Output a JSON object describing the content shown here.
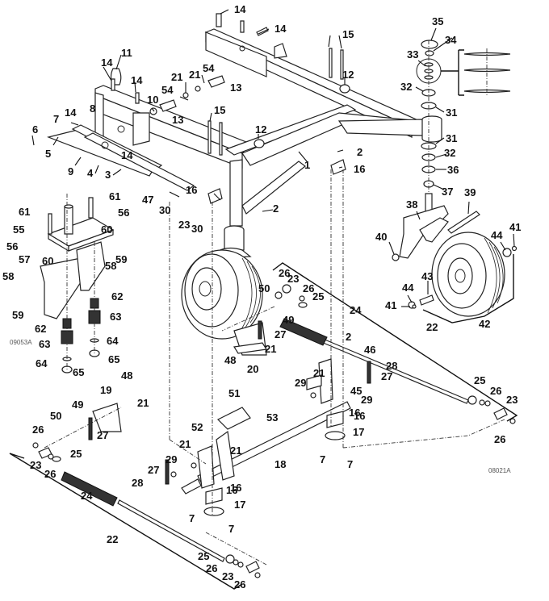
{
  "diagram": {
    "title": "Caster wheel and front frame assembly exploded parts view",
    "figure_codes": {
      "main": "08021A",
      "inset": "09053A"
    },
    "callouts": [
      {
        "id": "c14a",
        "label": "14"
      },
      {
        "id": "c14b",
        "label": "14"
      },
      {
        "id": "c14c",
        "label": "14"
      },
      {
        "id": "c14d",
        "label": "14"
      },
      {
        "id": "c14e",
        "label": "14"
      },
      {
        "id": "c14f",
        "label": "14"
      },
      {
        "id": "c11",
        "label": "11"
      },
      {
        "id": "c15a",
        "label": "15"
      },
      {
        "id": "c15b",
        "label": "15"
      },
      {
        "id": "c12a",
        "label": "12"
      },
      {
        "id": "c12b",
        "label": "12"
      },
      {
        "id": "c21a",
        "label": "21"
      },
      {
        "id": "c21b",
        "label": "21"
      },
      {
        "id": "c54a",
        "label": "54"
      },
      {
        "id": "c54b",
        "label": "54"
      },
      {
        "id": "c13a",
        "label": "13"
      },
      {
        "id": "c13b",
        "label": "13"
      },
      {
        "id": "c10",
        "label": "10"
      },
      {
        "id": "c8",
        "label": "8"
      },
      {
        "id": "c7a",
        "label": "7"
      },
      {
        "id": "c6",
        "label": "6"
      },
      {
        "id": "c5",
        "label": "5"
      },
      {
        "id": "c9",
        "label": "9"
      },
      {
        "id": "c4",
        "label": "4"
      },
      {
        "id": "c3",
        "label": "3"
      },
      {
        "id": "c1",
        "label": "1"
      },
      {
        "id": "c2a",
        "label": "2"
      },
      {
        "id": "c2b",
        "label": "2"
      },
      {
        "id": "c2c",
        "label": "2"
      },
      {
        "id": "c16a",
        "label": "16"
      },
      {
        "id": "c16b",
        "label": "16"
      },
      {
        "id": "c16c",
        "label": "16"
      },
      {
        "id": "c16d",
        "label": "16"
      },
      {
        "id": "c47",
        "label": "47"
      },
      {
        "id": "c30a",
        "label": "30"
      },
      {
        "id": "c30b",
        "label": "30"
      },
      {
        "id": "c23a",
        "label": "23"
      },
      {
        "id": "c35",
        "label": "35"
      },
      {
        "id": "c34",
        "label": "34"
      },
      {
        "id": "c33",
        "label": "33"
      },
      {
        "id": "c32a",
        "label": "32"
      },
      {
        "id": "c32b",
        "label": "32"
      },
      {
        "id": "c31a",
        "label": "31"
      },
      {
        "id": "c31b",
        "label": "31"
      },
      {
        "id": "c36",
        "label": "36"
      },
      {
        "id": "c37",
        "label": "37"
      },
      {
        "id": "c38",
        "label": "38"
      },
      {
        "id": "c39",
        "label": "39"
      },
      {
        "id": "c40",
        "label": "40"
      },
      {
        "id": "c41a",
        "label": "41"
      },
      {
        "id": "c41b",
        "label": "41"
      },
      {
        "id": "c44a",
        "label": "44"
      },
      {
        "id": "c44b",
        "label": "44"
      },
      {
        "id": "c43",
        "label": "43"
      },
      {
        "id": "c42",
        "label": "42"
      },
      {
        "id": "c61a",
        "label": "61"
      },
      {
        "id": "c61b",
        "label": "61"
      },
      {
        "id": "c56a",
        "label": "56"
      },
      {
        "id": "c56b",
        "label": "56"
      },
      {
        "id": "c55",
        "label": "55"
      },
      {
        "id": "c60a",
        "label": "60"
      },
      {
        "id": "c60b",
        "label": "60"
      },
      {
        "id": "c59a",
        "label": "59"
      },
      {
        "id": "c59b",
        "label": "59"
      },
      {
        "id": "c58a",
        "label": "58"
      },
      {
        "id": "c58b",
        "label": "58"
      },
      {
        "id": "c57",
        "label": "57"
      },
      {
        "id": "c62a",
        "label": "62"
      },
      {
        "id": "c62b",
        "label": "62"
      },
      {
        "id": "c63a",
        "label": "63"
      },
      {
        "id": "c63b",
        "label": "63"
      },
      {
        "id": "c64a",
        "label": "64"
      },
      {
        "id": "c64b",
        "label": "64"
      },
      {
        "id": "c65a",
        "label": "65"
      },
      {
        "id": "c65b",
        "label": "65"
      },
      {
        "id": "c26a",
        "label": "26"
      },
      {
        "id": "c23b",
        "label": "23"
      },
      {
        "id": "c26b",
        "label": "26"
      },
      {
        "id": "c25a",
        "label": "25"
      },
      {
        "id": "c50a",
        "label": "50"
      },
      {
        "id": "c49a",
        "label": "49"
      },
      {
        "id": "c27a",
        "label": "27"
      },
      {
        "id": "c21c",
        "label": "21"
      },
      {
        "id": "c48a",
        "label": "48"
      },
      {
        "id": "c20",
        "label": "20"
      },
      {
        "id": "c24a",
        "label": "24"
      },
      {
        "id": "c22a",
        "label": "22"
      },
      {
        "id": "c46",
        "label": "46"
      },
      {
        "id": "c28a",
        "label": "28"
      },
      {
        "id": "c27b",
        "label": "27"
      },
      {
        "id": "c21d",
        "label": "21"
      },
      {
        "id": "c29a",
        "label": "29"
      },
      {
        "id": "c45",
        "label": "45"
      },
      {
        "id": "c29b",
        "label": "29"
      },
      {
        "id": "c25b",
        "label": "25"
      },
      {
        "id": "c26c",
        "label": "26"
      },
      {
        "id": "c23c",
        "label": "23"
      },
      {
        "id": "c26d",
        "label": "26"
      },
      {
        "id": "c16e",
        "label": "16"
      },
      {
        "id": "c17a",
        "label": "17"
      },
      {
        "id": "c7b",
        "label": "7"
      },
      {
        "id": "c7c",
        "label": "7"
      },
      {
        "id": "c18",
        "label": "18"
      },
      {
        "id": "c51",
        "label": "51"
      },
      {
        "id": "c53",
        "label": "53"
      },
      {
        "id": "c52",
        "label": "52"
      },
      {
        "id": "c21e",
        "label": "21"
      },
      {
        "id": "c21f",
        "label": "21"
      },
      {
        "id": "c29c",
        "label": "29"
      },
      {
        "id": "c27c",
        "label": "27"
      },
      {
        "id": "c28b",
        "label": "28"
      },
      {
        "id": "c16f",
        "label": "16"
      },
      {
        "id": "c17b",
        "label": "17"
      },
      {
        "id": "c7d",
        "label": "7"
      },
      {
        "id": "c7e",
        "label": "7"
      },
      {
        "id": "c48b",
        "label": "48"
      },
      {
        "id": "c21g",
        "label": "21"
      },
      {
        "id": "c19",
        "label": "19"
      },
      {
        "id": "c49b",
        "label": "49"
      },
      {
        "id": "c50b",
        "label": "50"
      },
      {
        "id": "c27d",
        "label": "27"
      },
      {
        "id": "c26e",
        "label": "26"
      },
      {
        "id": "c23d",
        "label": "23"
      },
      {
        "id": "c26f",
        "label": "26"
      },
      {
        "id": "c25c",
        "label": "25"
      },
      {
        "id": "c24b",
        "label": "24"
      },
      {
        "id": "c22b",
        "label": "22"
      },
      {
        "id": "c25d",
        "label": "25"
      },
      {
        "id": "c26g",
        "label": "26"
      },
      {
        "id": "c23e",
        "label": "23"
      },
      {
        "id": "c26h",
        "label": "26"
      }
    ]
  }
}
